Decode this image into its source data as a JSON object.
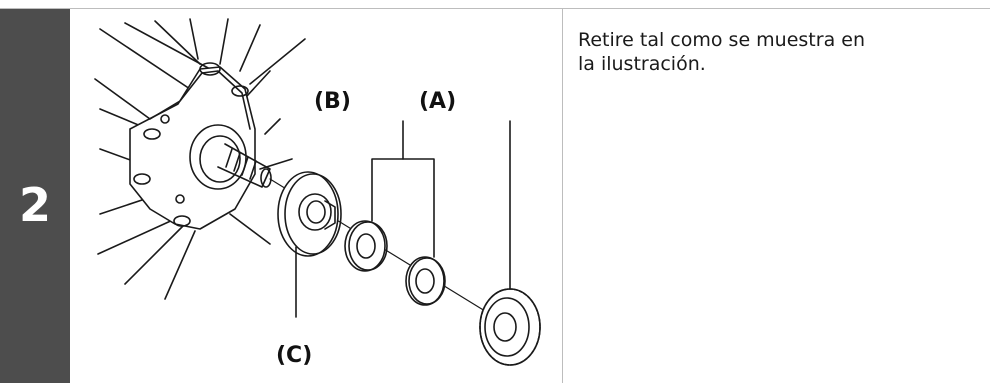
{
  "step": {
    "number": "2"
  },
  "illustration": {
    "labels": {
      "a": "(A)",
      "b": "(B)",
      "c": "(C)"
    }
  },
  "instruction": {
    "line1": "Retire tal como se muestra en",
    "line2": "la ilustración."
  }
}
